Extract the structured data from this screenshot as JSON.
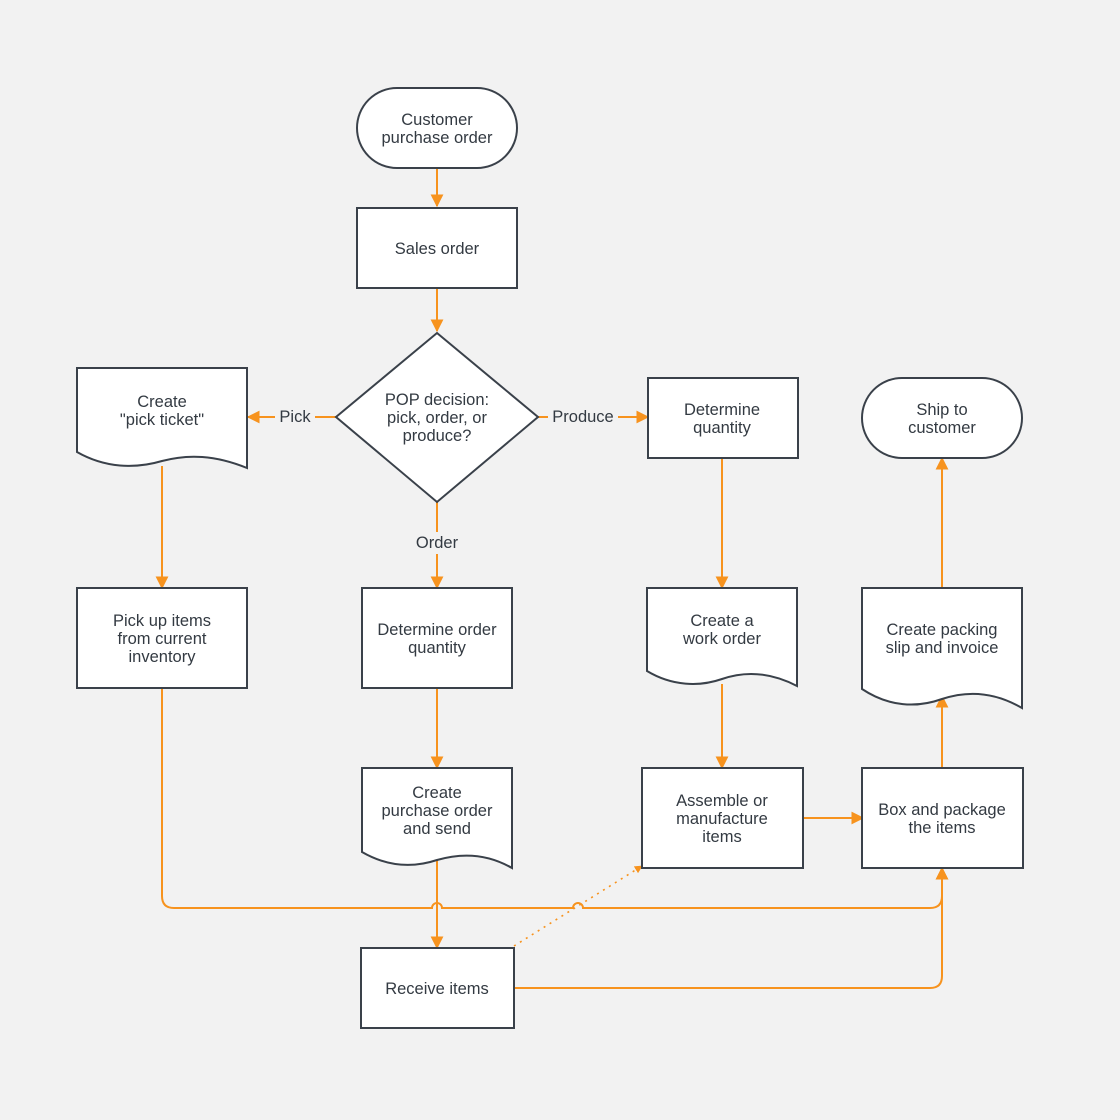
{
  "colors": {
    "background": "#f2f2f2",
    "shape_fill": "#ffffff",
    "shape_stroke": "#3a414a",
    "connector": "#f7931e",
    "text": "#333a42"
  },
  "nodes": {
    "customer_po": [
      "Customer",
      "purchase order"
    ],
    "sales_order": [
      "Sales order"
    ],
    "pop_decision": [
      "POP decision:",
      "pick, order, or",
      "produce?"
    ],
    "pick_ticket": [
      "Create",
      "\"pick ticket\""
    ],
    "determine_quantity": [
      "Determine",
      "quantity"
    ],
    "ship_to_customer": [
      "Ship to",
      "customer"
    ],
    "pick_up_items": [
      "Pick up items",
      "from current",
      "inventory"
    ],
    "determine_order_quantity": [
      "Determine order",
      "quantity"
    ],
    "work_order": [
      "Create a",
      "work order"
    ],
    "packing_slip": [
      "Create packing",
      "slip and invoice"
    ],
    "create_po_send": [
      "Create",
      "purchase order",
      "and send"
    ],
    "assemble": [
      "Assemble or",
      "manufacture",
      "items"
    ],
    "box_package": [
      "Box and package",
      "the items"
    ],
    "receive_items": [
      "Receive items"
    ]
  },
  "edge_labels": {
    "pick": "Pick",
    "produce": "Produce",
    "order": "Order"
  }
}
